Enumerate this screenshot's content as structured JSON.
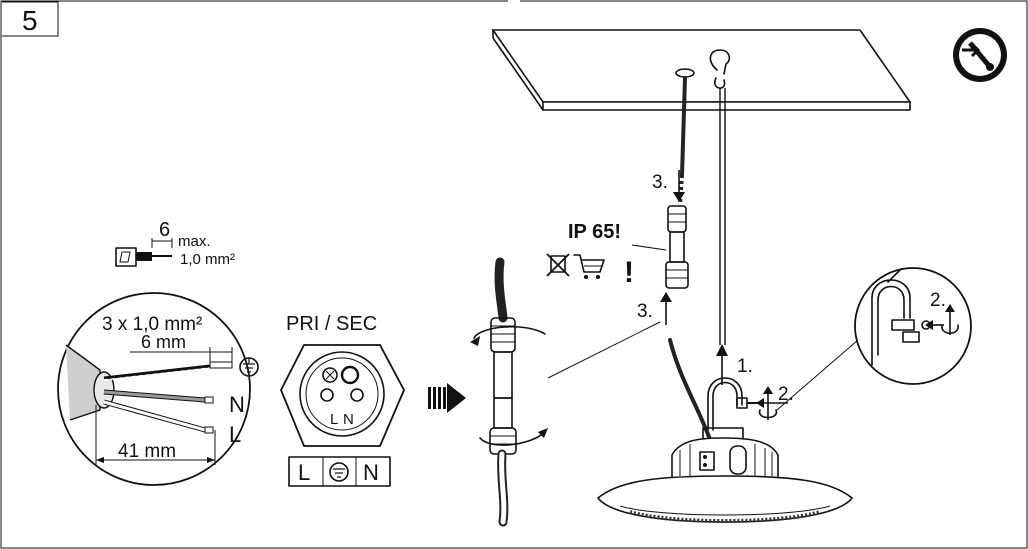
{
  "step": {
    "number": "5"
  },
  "strip_detail": {
    "length": "6",
    "max_label": "max.",
    "section": "1,0 mm²"
  },
  "wire_detail": {
    "cable_spec": "3 x 1,0 mm²",
    "short_strip": "6 mm",
    "long_strip": "41 mm",
    "neutral_label": "N",
    "line_label": "L"
  },
  "connector": {
    "title": "PRI / SEC",
    "pin_n": "N",
    "pin_l": "L",
    "terminal_l": "L",
    "terminal_n": "N"
  },
  "ip_rating": {
    "label": "IP 65!",
    "exclamation": "!"
  },
  "steps": {
    "step1": "1.",
    "step2": "2.",
    "step3": "3."
  },
  "icons": [
    "disconnect-power-icon",
    "ground-symbol-icon",
    "no-disposal-icon",
    "shopping-cart-icon",
    "wire-strip-icon"
  ]
}
